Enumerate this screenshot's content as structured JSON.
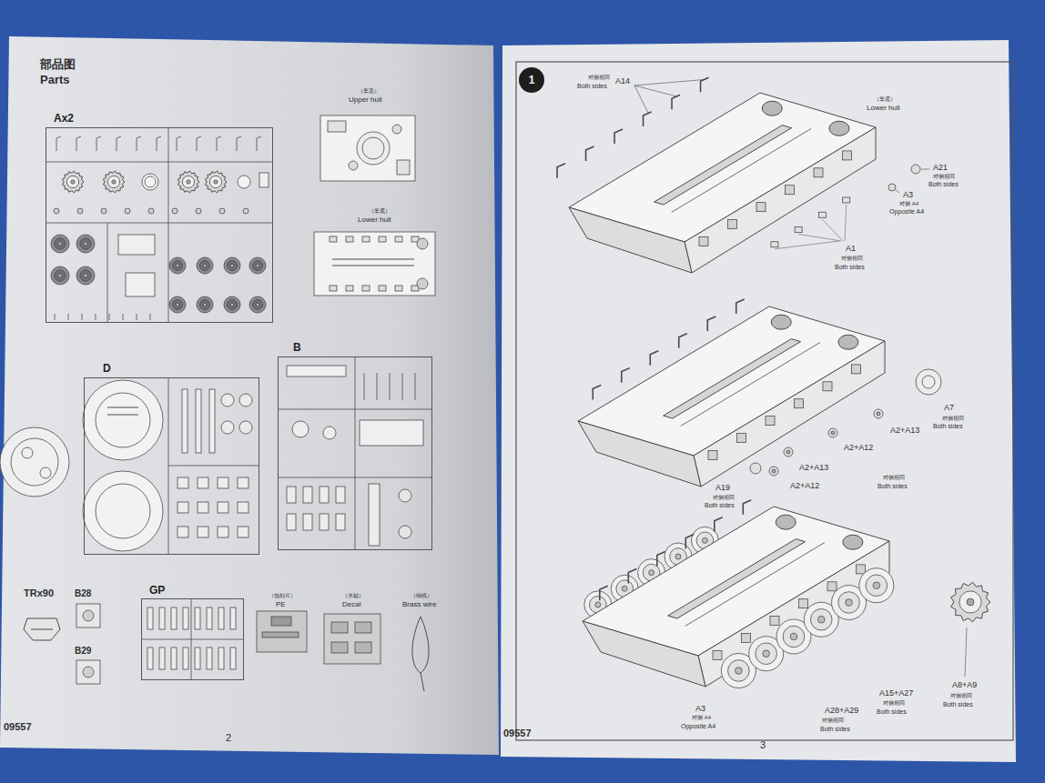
{
  "diagram": {
    "nodes": [
      {
        "text": [
          "Ax2"
        ]
      },
      {
        "text": [
          "D"
        ]
      },
      {
        "text": [
          "B"
        ]
      },
      {
        "text": [
          "GP"
        ]
      },
      {
        "text": [
          "1"
        ]
      }
    ],
    "labels": [
      "部品图",
      "Parts",
      "（车盖）",
      "Upper hull",
      "（车底）",
      "Lower hull",
      "TRx90",
      "B28",
      "B29",
      "（蚀刻片）",
      "PE",
      "（水贴）",
      "Decal",
      "（铜线）",
      "Brass wire",
      "09557",
      "2",
      "对侧相同",
      "Both sides",
      "A14",
      "（车底）",
      "Lower hull",
      "A21",
      "对侧相同",
      "Both sides",
      "A3",
      "对侧 A4",
      "Opposite A4",
      "A1",
      "对侧相同",
      "Both sides",
      "A7",
      "对侧相同",
      "Both sides",
      "A2+A13",
      "A2+A12",
      "A2+A13",
      "A2+A12",
      "A19",
      "对侧相同",
      "Both sides",
      "对侧相同",
      "Both sides",
      "A8+A9",
      "对侧相同",
      "Both sides",
      "A15+A27",
      "对侧相同",
      "Both sides",
      "A28+A29",
      "对侧相同",
      "Both sides",
      "A3",
      "对侧 A4",
      "Opposite A4",
      "09557",
      "3"
    ]
  }
}
